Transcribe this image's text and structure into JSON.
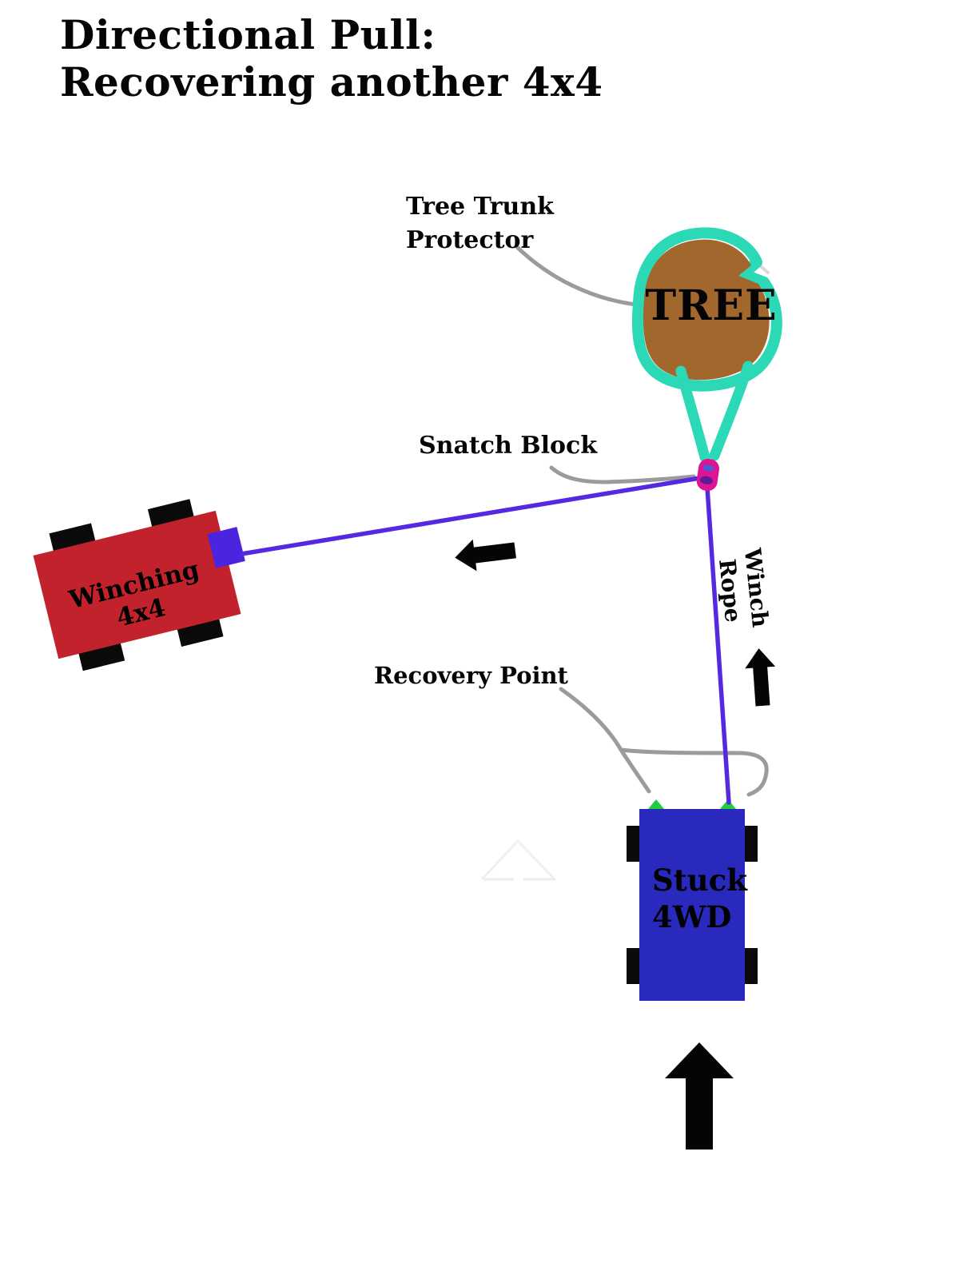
{
  "title": {
    "line1": "Directional Pull:",
    "line2": "Recovering another 4x4"
  },
  "annotations": {
    "tree_trunk_protector": {
      "line1": "Tree Trunk",
      "line2": "Protector"
    },
    "snatch_block": "Snatch Block",
    "winch_rope": "Winch Rope",
    "recovery_point": "Recovery Point"
  },
  "elements": {
    "tree": {
      "label": "TREE"
    },
    "winching_vehicle": {
      "label": "Winching 4x4"
    },
    "stuck_vehicle": {
      "label_line1": "Stuck",
      "label_line2": "4WD"
    }
  },
  "colors": {
    "tree_trunk": "#A2672C",
    "strap": "#2BD9B6",
    "rope": "#5629E0",
    "snatch_block": "#DD1493",
    "snatch_block_detail_top": "#3C63D9",
    "snatch_block_detail_bottom": "#5A1C9C",
    "winching_body": "#C2222B",
    "winch_fairlead": "#4A24DF",
    "stuck_body": "#2A29BE",
    "recovery_point": "#1FCE3E",
    "pointer_line": "#9B9B9B",
    "arrow": "#050505",
    "wheel": "#0A0A0A",
    "background": "#FFFFFF"
  }
}
